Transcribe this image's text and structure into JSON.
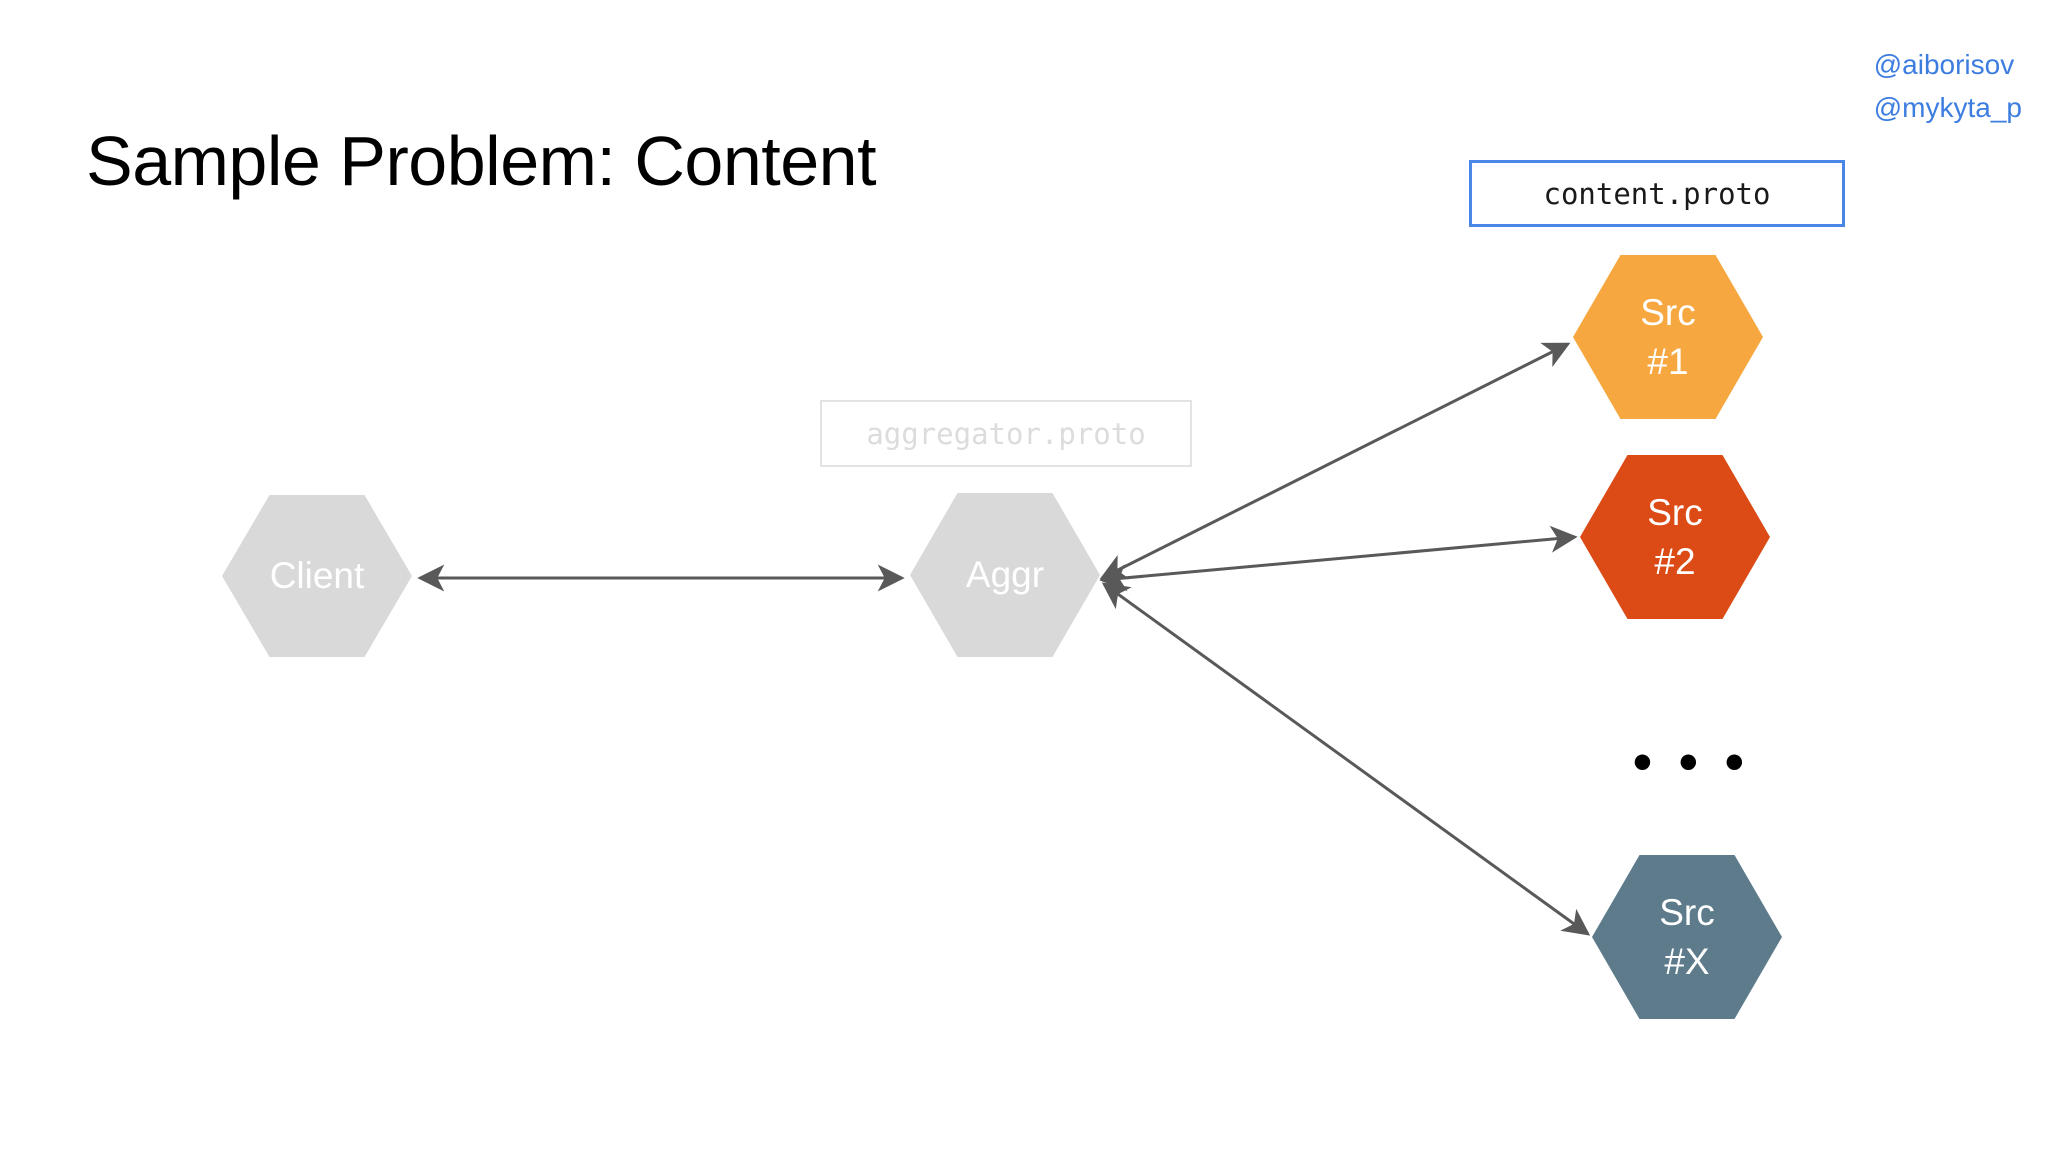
{
  "slide": {
    "title": "Sample Problem: Content",
    "background_color": "#ffffff"
  },
  "handles": {
    "color": "#3d7de0",
    "items": [
      {
        "text": "@aiborisov"
      },
      {
        "text": "@mykyta_p"
      }
    ]
  },
  "proto_boxes": [
    {
      "id": "content-proto",
      "label": "content.proto",
      "border_color": "#4a86e8",
      "text_color": "#1a1a1a",
      "state": "active"
    },
    {
      "id": "aggregator-proto",
      "label": "aggregator.proto",
      "border_color": "#e3e3e3",
      "text_color": "#dcdcdc",
      "state": "dimmed"
    }
  ],
  "nodes": [
    {
      "id": "client",
      "label_line1": "Client",
      "label_line2": "",
      "color": "#d9d9d9",
      "text_color": "#ffffff"
    },
    {
      "id": "aggr",
      "label_line1": "Aggr",
      "label_line2": "",
      "color": "#d9d9d9",
      "text_color": "#ffffff"
    },
    {
      "id": "src-1",
      "label_line1": "Src",
      "label_line2": "#1",
      "color": "#f6a73f",
      "text_color": "#ffffff"
    },
    {
      "id": "src-2",
      "label_line1": "Src",
      "label_line2": "#2",
      "color": "#dc4a16",
      "text_color": "#ffffff"
    },
    {
      "id": "src-x",
      "label_line1": "Src",
      "label_line2": "#X",
      "color": "#5d7b8b",
      "text_color": "#ffffff"
    }
  ],
  "ellipsis": {
    "text": "• • •"
  },
  "connectors": {
    "color": "#595959",
    "edges": [
      {
        "from": "client",
        "to": "aggr",
        "direction": "bidirectional"
      },
      {
        "from": "aggr",
        "to": "src-1",
        "direction": "bidirectional"
      },
      {
        "from": "aggr",
        "to": "src-2",
        "direction": "bidirectional"
      },
      {
        "from": "aggr",
        "to": "src-x",
        "direction": "bidirectional"
      }
    ]
  }
}
